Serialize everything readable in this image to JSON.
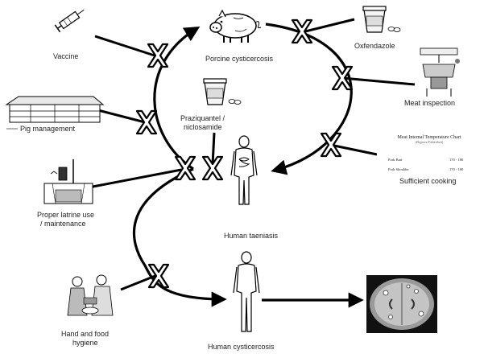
{
  "labels": {
    "vaccine": "Vaccine",
    "porcine": "Porcine cysticercosis",
    "oxfendazole": "Oxfendazole",
    "pig_management": "Pig management",
    "meat_inspection": "Meat inspection",
    "praziquantel_line1": "Praziquantel /",
    "praziquantel_line2": "niclosamide",
    "sufficient_cooking": "Sufficient cooking",
    "latrine_line1": "Proper  latrine use",
    "latrine_line2": "/ maintenance",
    "human_taeniasis": "Human taeniasis",
    "hand_food_line1": "Hand and food",
    "hand_food_line2": "hygiene",
    "human_cysticercosis": "Human cysticercosis"
  },
  "temperature_chart": {
    "title": "Meat Internal Temperature Chart",
    "subtitle": "(Degrees Fahrenheit)",
    "rows": [
      {
        "cut": "Pork Butt",
        "range": "170 - 180"
      },
      {
        "cut": "Pork Shoulder",
        "range": "170 - 180"
      }
    ]
  },
  "icons": {
    "vaccine": "syringe-icon",
    "pig": "pig-icon",
    "oxfendazole": "medicine-cup-icon",
    "pig_management": "pig-pen-icon",
    "meat_inspection": "inspection-table-icon",
    "praziquantel": "medicine-cup-icon",
    "latrine": "latrine-icon",
    "human": "human-body-icon",
    "hygiene": "people-washing-icon",
    "brain_scan": "brain-scan-icon",
    "intervention": "cross-mark-icon"
  },
  "colors": {
    "line": "#000000",
    "cross_fill": "#ffffff",
    "cross_stroke": "#000000"
  }
}
